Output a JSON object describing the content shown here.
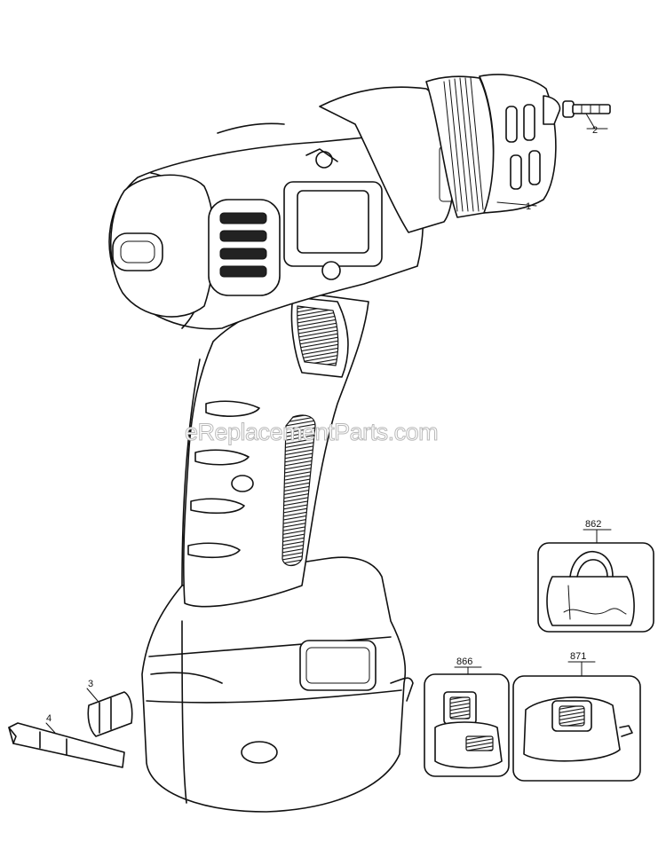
{
  "watermark": "eReplacementParts.com",
  "callouts": [
    {
      "id": "1",
      "label": "1",
      "part": "chuck"
    },
    {
      "id": "2",
      "label": "2",
      "part": "screw"
    },
    {
      "id": "3",
      "label": "3",
      "part": "bit-holder"
    },
    {
      "id": "4",
      "label": "4",
      "part": "screwdriver-bit"
    },
    {
      "id": "862",
      "label": "862",
      "part": "bag"
    },
    {
      "id": "866",
      "label": "866",
      "part": "battery-pack"
    },
    {
      "id": "871",
      "label": "871",
      "part": "charger"
    }
  ]
}
